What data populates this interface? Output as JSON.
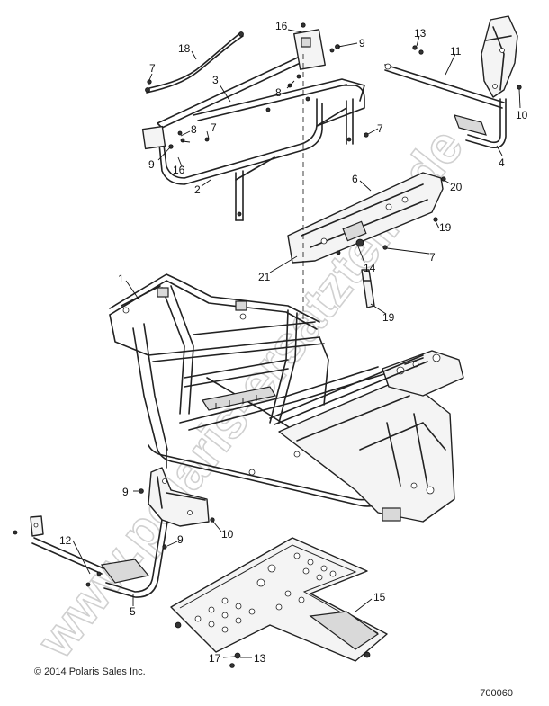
{
  "diagram": {
    "callouts": {
      "c1": "1",
      "c2": "2",
      "c3": "3",
      "c4": "4",
      "c5": "5",
      "c6": "6",
      "c7a": "7",
      "c7b": "7",
      "c7c": "7",
      "c7d": "7",
      "c8a": "8",
      "c8b": "8",
      "c9a": "9",
      "c9b": "9",
      "c9c": "9",
      "c9d": "9",
      "c10a": "10",
      "c10b": "10",
      "c11": "11",
      "c12": "12",
      "c13a": "13",
      "c13b": "13",
      "c14": "14",
      "c15": "15",
      "c16a": "16",
      "c16b": "16",
      "c17": "17",
      "c18": "18",
      "c19a": "19",
      "c19b": "19",
      "c20": "20",
      "c21": "21"
    },
    "watermark_text": "www.polaris-ersatzteile.de"
  },
  "footer": {
    "copyright": "© 2014 Polaris Sales Inc.",
    "drawing_number": "700060"
  }
}
